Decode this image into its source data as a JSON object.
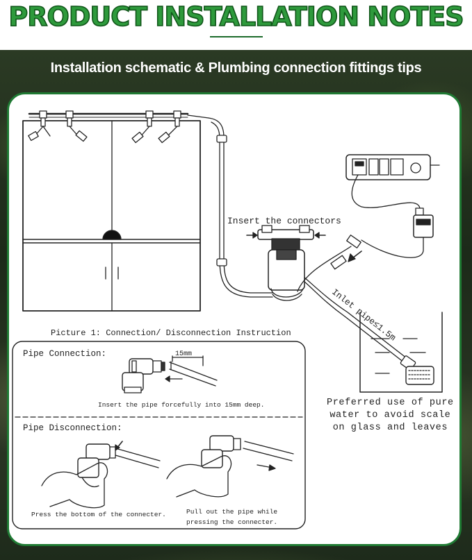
{
  "header": {
    "title": "PRODUCT INSTALLATION NOTES",
    "subtitle": "Installation schematic & Plumbing connection fittings tips"
  },
  "schematic": {
    "insert_label": "Insert the connectors",
    "inlet_label": "Inlet pipe≤1.5m"
  },
  "instructions": {
    "caption": "Picture 1: Connection/ Disconnection Instruction",
    "connection_title": "Pipe Connection:",
    "depth_label": "15mm",
    "connection_text": "Insert the pipe forcefully into 15mm deep.",
    "disconnection_title": "Pipe Disconnection:",
    "press_text": "Press the bottom of the connecter.",
    "pull_text_line1": "Pull out the pipe while",
    "pull_text_line2": "pressing the connecter."
  },
  "note": {
    "line1": "Preferred use of pure",
    "line2": "water to avoid scale",
    "line3": "on glass and leaves"
  },
  "colors": {
    "title_green": "#2e9a3c",
    "panel_border": "#1f7a33"
  }
}
